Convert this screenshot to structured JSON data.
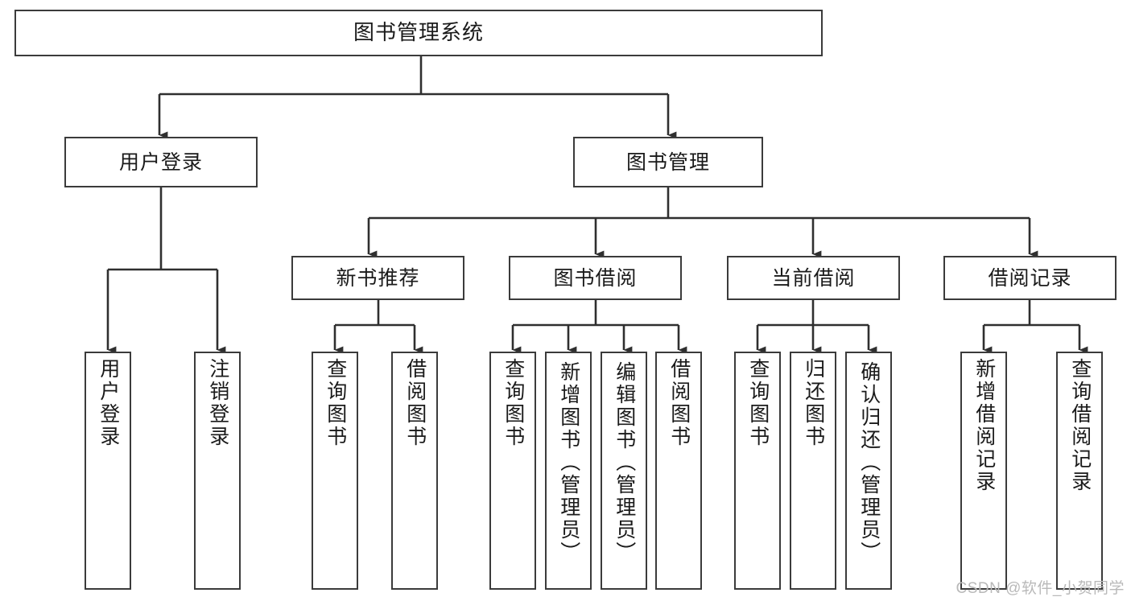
{
  "diagram": {
    "title": "图书管理系统",
    "watermark": "CSDN @软件_小贺同学",
    "line_color": "#3b3b3b",
    "box_fill": "#ffffff",
    "text_color": "#1a1a1a",
    "watermark_color": "#b9b9b9",
    "type": "tree-hierarchy",
    "levels": 4
  },
  "nodes": {
    "root": {
      "label": "图书管理系统",
      "level": 1
    },
    "level2": [
      {
        "id": "user-login",
        "label": "用户登录",
        "level": 2
      },
      {
        "id": "book-manage",
        "label": "图书管理",
        "level": 2
      }
    ],
    "level3": [
      {
        "id": "new-book-recommend",
        "label": "新书推荐",
        "level": 3,
        "parent": "book-manage"
      },
      {
        "id": "book-borrow",
        "label": "图书借阅",
        "level": 3,
        "parent": "book-manage"
      },
      {
        "id": "current-borrow",
        "label": "当前借阅",
        "level": 3,
        "parent": "book-manage"
      },
      {
        "id": "borrow-record",
        "label": "借阅记录",
        "level": 3,
        "parent": "book-manage"
      }
    ],
    "leaves": [
      {
        "id": "leaf-user-login",
        "label": "用户登录",
        "parent": "user-login"
      },
      {
        "id": "leaf-logout-login",
        "label": "注销登录",
        "parent": "user-login"
      },
      {
        "id": "leaf-query-book-1",
        "label": "查询图书",
        "parent": "new-book-recommend"
      },
      {
        "id": "leaf-borrow-book-1",
        "label": "借阅图书",
        "parent": "new-book-recommend"
      },
      {
        "id": "leaf-query-book-2",
        "label": "查询图书",
        "parent": "book-borrow"
      },
      {
        "id": "leaf-add-book",
        "label": "新增图书（管理员）",
        "parent": "book-borrow"
      },
      {
        "id": "leaf-edit-book",
        "label": "编辑图书（管理员）",
        "parent": "book-borrow"
      },
      {
        "id": "leaf-borrow-book-2",
        "label": "借阅图书",
        "parent": "book-borrow"
      },
      {
        "id": "leaf-query-book-3",
        "label": "查询图书",
        "parent": "current-borrow"
      },
      {
        "id": "leaf-return-book",
        "label": "归还图书",
        "parent": "current-borrow"
      },
      {
        "id": "leaf-confirm-return",
        "label": "确认归还（管理员）",
        "parent": "current-borrow"
      },
      {
        "id": "leaf-add-record",
        "label": "新增借阅记录",
        "parent": "borrow-record"
      },
      {
        "id": "leaf-query-record",
        "label": "查询借阅记录",
        "parent": "borrow-record"
      }
    ]
  }
}
